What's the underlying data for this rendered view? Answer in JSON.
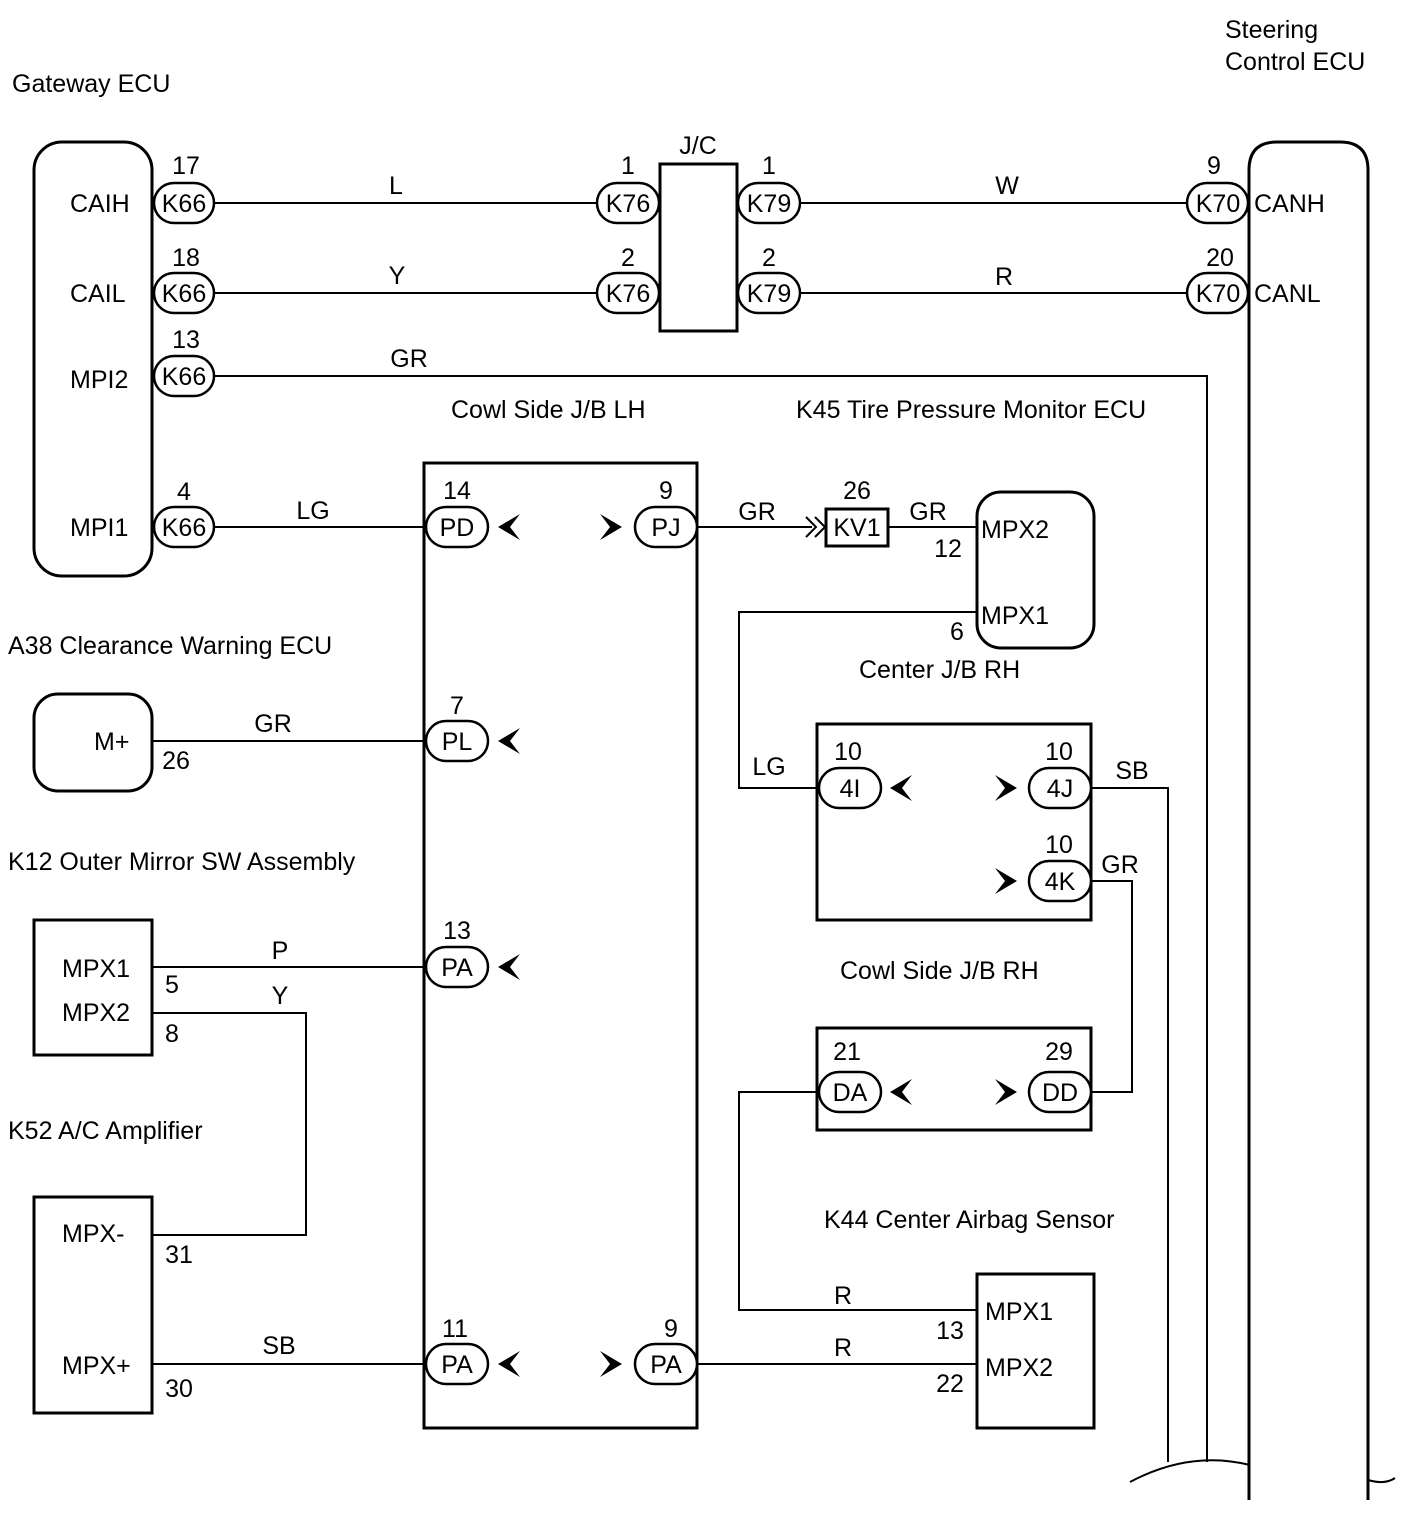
{
  "title_labels": {
    "gateway": "Gateway ECU",
    "steering": [
      "Steering",
      "Control ECU"
    ],
    "jc": "J/C",
    "cowl_lh": "Cowl Side J/B LH",
    "k45": "K45 Tire Pressure Monitor ECU",
    "a38": "A38 Clearance Warning ECU",
    "center_rh": "Center J/B RH",
    "k12": "K12 Outer Mirror SW Assembly",
    "cowl_rh": "Cowl Side J/B RH",
    "k52": "K52 A/C Amplifier",
    "k44": "K44 Center Airbag Sensor"
  },
  "pins": {
    "gw_caih": "CAIH",
    "gw_cail": "CAIL",
    "gw_mpi2": "MPI2",
    "gw_mpi1": "MPI1",
    "st_canh": "CANH",
    "st_canl": "CANL",
    "k45_mpx2": "MPX2",
    "k45_mpx1": "MPX1",
    "a38_m": "M+",
    "k12_mpx1": "MPX1",
    "k12_mpx2": "MPX2",
    "k52_mpxm": "MPX-",
    "k52_mpxp": "MPX+",
    "k44_mpx1": "MPX1",
    "k44_mpx2": "MPX2"
  },
  "connectors": {
    "k66a": "K66",
    "k66b": "K66",
    "k66c": "K66",
    "k66d": "K66",
    "k76a": "K76",
    "k76b": "K76",
    "k79a": "K79",
    "k79b": "K79",
    "k70a": "K70",
    "k70b": "K70",
    "pd": "PD",
    "pj": "PJ",
    "pl": "PL",
    "pa13": "PA",
    "pa11": "PA",
    "pa9": "PA",
    "kv1": "KV1",
    "c4i": "4I",
    "c4j": "4J",
    "c4k": "4K",
    "da": "DA",
    "dd": "DD"
  },
  "pin_numbers": {
    "k66a": "17",
    "k66b": "18",
    "k66c": "13",
    "k66d": "4",
    "k76a": "1",
    "k76b": "2",
    "k79a": "1",
    "k79b": "2",
    "k70a": "9",
    "k70b": "20",
    "pd": "14",
    "pj": "9",
    "pl": "7",
    "pa13": "13",
    "pa11": "11",
    "pa9": "9",
    "kv1": "26",
    "k45_mpx2": "12",
    "k45_mpx1": "6",
    "a38_m": "26",
    "k12_mpx1": "5",
    "k12_mpx2": "8",
    "k52_mpxm": "31",
    "k52_mpxp": "30",
    "c4i": "10",
    "c4j": "10",
    "c4k": "10",
    "da": "21",
    "dd": "29",
    "k44_mpx1": "13",
    "k44_mpx2": "22"
  },
  "wires": {
    "caih": "L",
    "cail": "Y",
    "canh": "W",
    "canl": "R",
    "mpi2": "GR",
    "mpi1": "LG",
    "pj_kv1": "GR",
    "kv1_k45": "GR",
    "a38": "GR",
    "k12_p": "P",
    "k12_y": "Y",
    "k52_sb": "SB",
    "k45_lg": "LG",
    "c4j_sb": "SB",
    "c4k_gr": "GR",
    "k44_r1": "R",
    "k44_r2": "R"
  }
}
